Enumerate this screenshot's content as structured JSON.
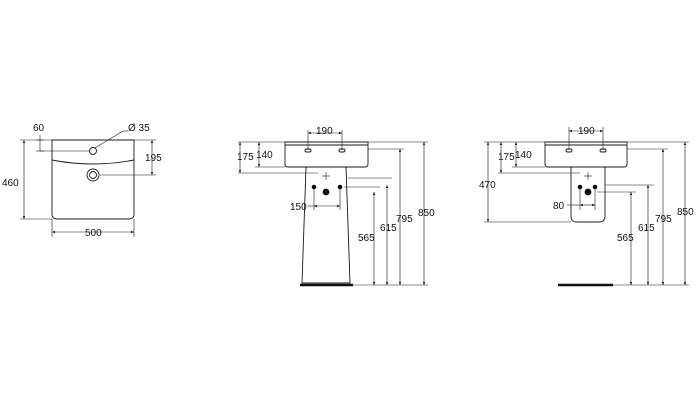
{
  "views": {
    "top": {
      "dim_tap_offset": "60",
      "dim_tap_hole": "Ø 35",
      "dim_waste_offset": "195",
      "dim_depth": "460",
      "dim_width": "500"
    },
    "pedestal": {
      "dim_tap_spacing": "190",
      "dim_h175": "175",
      "dim_h140": "140",
      "dim_fix_spacing": "150",
      "dim_565": "565",
      "dim_615": "615",
      "dim_795": "795",
      "dim_850": "850"
    },
    "semi_pedestal": {
      "dim_tap_spacing": "190",
      "dim_h175": "175",
      "dim_h140": "140",
      "dim_470": "470",
      "dim_fix_spacing": "80",
      "dim_565": "565",
      "dim_615": "615",
      "dim_795": "795",
      "dim_850": "850"
    }
  },
  "colors": {
    "line": "#1a1a1a",
    "background": "#ffffff"
  }
}
